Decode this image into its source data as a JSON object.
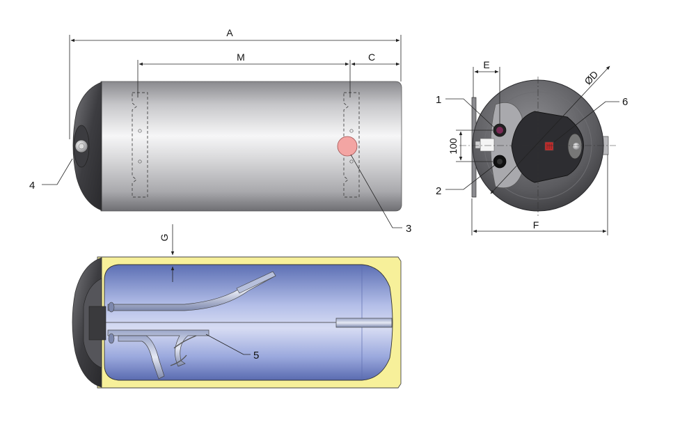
{
  "dimensions": {
    "A": "A",
    "M": "M",
    "C": "C",
    "E": "E",
    "D": "ØD",
    "F": "F",
    "G": "G",
    "v100": "100"
  },
  "callouts": [
    "1",
    "2",
    "3",
    "4",
    "5",
    "6"
  ],
  "colors": {
    "tank_silver": "#c9c9cc",
    "end_cap": "#4a4a4e",
    "insulation": "#f7f09a",
    "inner_tank": "#8f9fd4",
    "flange": "#f3a5a3"
  }
}
